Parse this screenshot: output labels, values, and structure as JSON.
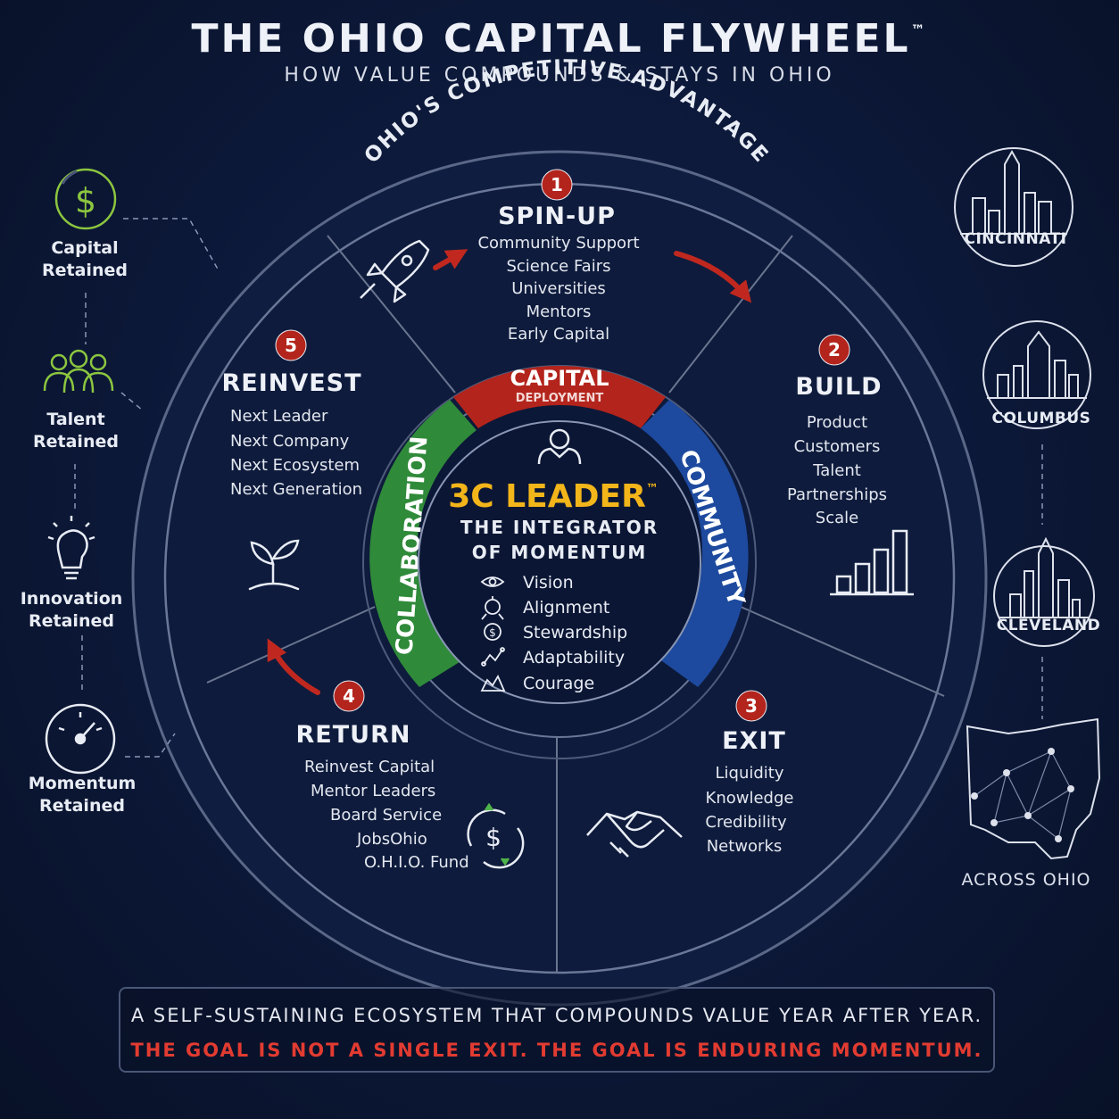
{
  "header": {
    "title": "THE OHIO CAPITAL FLYWHEEL",
    "title_mark": "™",
    "subtitle": "HOW VALUE COMPOUNDS & STAYS IN OHIO"
  },
  "ring_label": "OHIO'S COMPETITIVE ADVANTAGE",
  "stages": [
    {
      "number": "1",
      "title": "SPIN-UP",
      "items": [
        "Community Support",
        "Science Fairs",
        "Universities",
        "Mentors",
        "Early Capital"
      ],
      "icon": "rocket-icon"
    },
    {
      "number": "2",
      "title": "BUILD",
      "items": [
        "Product",
        "Customers",
        "Talent",
        "Partnerships",
        "Scale"
      ],
      "icon": "bar-chart-icon"
    },
    {
      "number": "3",
      "title": "EXIT",
      "items": [
        "Liquidity",
        "Knowledge",
        "Credibility",
        "Networks"
      ],
      "icon": "handshake-icon"
    },
    {
      "number": "4",
      "title": "RETURN",
      "items": [
        "Reinvest Capital",
        "Mentor Leaders",
        "Board Service",
        "JobsOhio",
        "O.H.I.O. Fund"
      ],
      "icon": "dollar-cycle-icon"
    },
    {
      "number": "5",
      "title": "REINVEST",
      "items": [
        "Next Leader",
        "Next Company",
        "Next Ecosystem",
        "Next Generation"
      ],
      "icon": "sprout-icon"
    }
  ],
  "inner_arcs": {
    "capital": "CAPITAL",
    "capital_sub": "DEPLOYMENT",
    "community": "COMMUNITY",
    "collaboration": "COLLABORATION"
  },
  "center": {
    "title": "3C LEADER",
    "title_mark": "™",
    "subtitle_line1": "THE INTEGRATOR",
    "subtitle_line2": "OF MOMENTUM",
    "traits": [
      "Vision",
      "Alignment",
      "Stewardship",
      "Adaptability",
      "Courage"
    ]
  },
  "retained": [
    {
      "line1": "Capital",
      "line2": "Retained",
      "icon": "dollar-icon"
    },
    {
      "line1": "Talent",
      "line2": "Retained",
      "icon": "people-icon"
    },
    {
      "line1": "Innovation",
      "line2": "Retained",
      "icon": "lightbulb-icon"
    },
    {
      "line1": "Momentum",
      "line2": "Retained",
      "icon": "gauge-icon"
    }
  ],
  "cities": [
    "CINCINNATI",
    "COLUMBUS",
    "CLEVELAND"
  ],
  "map_label": "ACROSS OHIO",
  "footer": {
    "line1": "A SELF-SUSTAINING ECOSYSTEM THAT COMPOUNDS VALUE YEAR AFTER YEAR.",
    "line2": "THE GOAL IS NOT A SINGLE EXIT.   THE GOAL IS ENDURING MOMENTUM."
  },
  "colors": {
    "red": "#c0281f",
    "blue": "#1d4a9e",
    "green": "#2f8a3a",
    "gold": "#f2b51a",
    "navy": "#0f1d40",
    "lime": "#8cc63f"
  }
}
